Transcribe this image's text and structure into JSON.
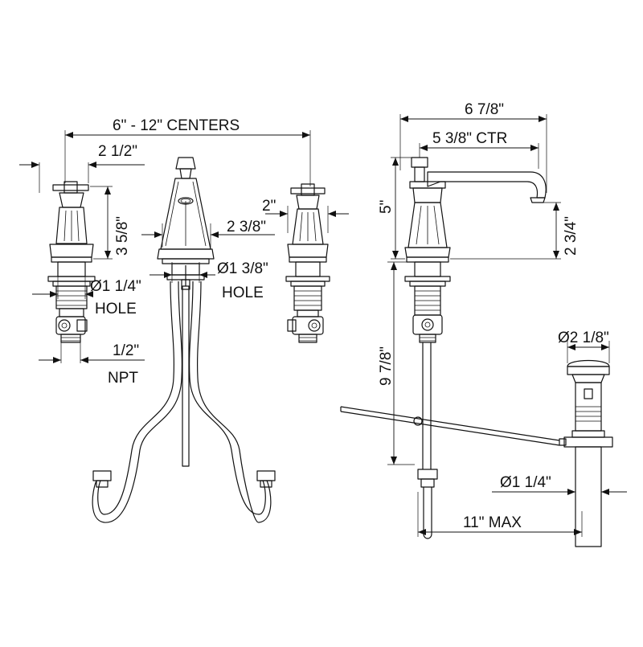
{
  "dimensions": {
    "centers": "6\" - 12\" CENTERS",
    "handle_width": "2 1/2\"",
    "handle_height": "3 5/8\"",
    "handle_shank_hole": "Ø1 1/4\"",
    "handle_hole_word": "HOLE",
    "supply_size": "1/2\"",
    "supply_thread": "NPT",
    "spout_base": "2 3/8\"",
    "spout_hole": "Ø1 3/8\"",
    "spout_hole_word": "HOLE",
    "handle_offset": "2\"",
    "overall_depth": "6 7/8\"",
    "spout_reach": "5 3/8\" CTR",
    "overall_height": "5\"",
    "spout_clearance": "2 3/4\"",
    "below_deck": "9 7/8\"",
    "drain_flange": "Ø2 1/8\"",
    "drain_tailpiece": "Ø1 1/4\"",
    "lift_rod_max": "11\"  MAX"
  }
}
